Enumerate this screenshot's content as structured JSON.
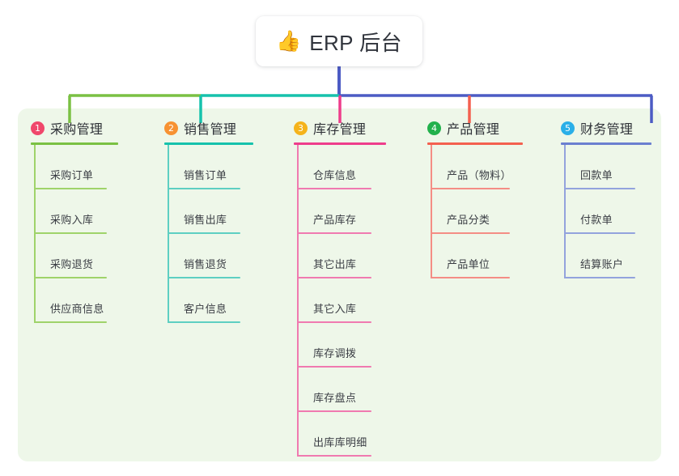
{
  "root": {
    "icon": "thumbs-up-icon",
    "icon_glyph": "👍",
    "title": "ERP 后台"
  },
  "theme": {
    "page_background": "#ffffff",
    "panel_background": "#eef7e9",
    "card_background": "#ffffff",
    "text_color": "#2f3238",
    "root_stem_color": "#4c5bc4"
  },
  "bus": {
    "segments": [
      {
        "color": "#7ac143"
      },
      {
        "color": "#16c2ac"
      },
      {
        "color": "#4c5bc4"
      }
    ]
  },
  "columns": [
    {
      "number": "1",
      "title": "采购管理",
      "badge_color": "#f0476b",
      "rule_color": "#7ac143",
      "spine_color": "#9fd36a",
      "drop_color": "#7ac143",
      "items": [
        {
          "label": "采购订单"
        },
        {
          "label": "采购入库"
        },
        {
          "label": "采购退货"
        },
        {
          "label": "供应商信息"
        }
      ]
    },
    {
      "number": "2",
      "title": "销售管理",
      "badge_color": "#f79232",
      "rule_color": "#16c2ac",
      "spine_color": "#5ecfc2",
      "drop_color": "#16c2ac",
      "items": [
        {
          "label": "销售订单"
        },
        {
          "label": "销售出库"
        },
        {
          "label": "销售退货"
        },
        {
          "label": "客户信息"
        }
      ]
    },
    {
      "number": "3",
      "title": "库存管理",
      "badge_color": "#f5b31b",
      "rule_color": "#ee3d8b",
      "spine_color": "#f07ab0",
      "drop_color": "#ee3d8b",
      "items": [
        {
          "label": "仓库信息"
        },
        {
          "label": "产品库存"
        },
        {
          "label": "其它出库"
        },
        {
          "label": "其它入库"
        },
        {
          "label": "库存调拨"
        },
        {
          "label": "库存盘点"
        },
        {
          "label": "出库库明细"
        }
      ]
    },
    {
      "number": "4",
      "title": "产品管理",
      "badge_color": "#22b14c",
      "rule_color": "#f4604f",
      "spine_color": "#f48d85",
      "drop_color": "#f4604f",
      "items": [
        {
          "label": "产品（物料）"
        },
        {
          "label": "产品分类"
        },
        {
          "label": "产品单位"
        }
      ]
    },
    {
      "number": "5",
      "title": "财务管理",
      "badge_color": "#2aafe8",
      "rule_color": "#6b7fd0",
      "spine_color": "#93a3dd",
      "drop_color": "#4c5bc4",
      "items": [
        {
          "label": "回款单"
        },
        {
          "label": "付款单"
        },
        {
          "label": "结算账户"
        }
      ]
    }
  ]
}
